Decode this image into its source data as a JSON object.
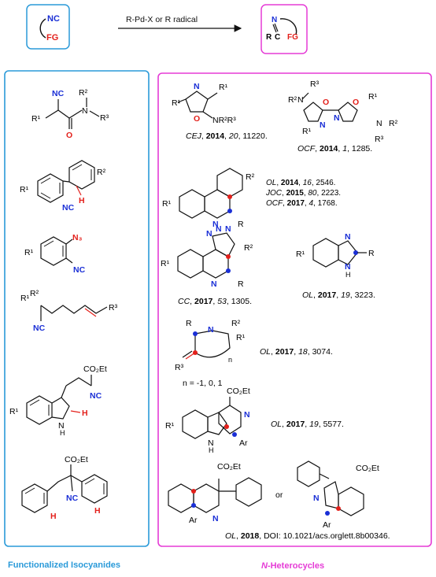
{
  "header": {
    "reactant_top": "NC",
    "reactant_bottom": "FG",
    "arrow_label": "R-Pd-X  or R radical",
    "product_n": "N",
    "product_r": "R",
    "product_c": "C",
    "product_fg": "FG"
  },
  "left_panel": {
    "caption": "Functionalized Isocyanides",
    "s1": {
      "nc": "NC",
      "r1": "R¹",
      "r2": "R²",
      "n": "N",
      "r3": "R³",
      "o": "O"
    },
    "s2": {
      "r1": "R¹",
      "r2": "R²",
      "nc": "NC",
      "h": "H"
    },
    "s3": {
      "r1": "R¹",
      "n3": "N₃",
      "nc": "NC"
    },
    "s4": {
      "r1": "R¹",
      "r2": "R²",
      "nc": "NC",
      "r3": "R³"
    },
    "s5": {
      "r1": "R¹",
      "ester": "CO₂Et",
      "nc": "NC",
      "nh": "N",
      "h_sub": "H",
      "h": "H"
    },
    "s6": {
      "ester": "CO₂Et",
      "nc": "NC",
      "h1": "H",
      "h2": "H"
    }
  },
  "right_panel": {
    "caption_italic": "N",
    "caption_rest": "-Heterocycles",
    "p1": {
      "r1": "R¹",
      "n": "N",
      "o": "O",
      "nrr": "NR²R³",
      "ref_j": "CEJ",
      "ref_y": "2014",
      "ref_v": "20",
      "ref_p": "11220."
    },
    "p2": {
      "r3a": "R³",
      "r2n": "R²",
      "n1": "N",
      "o1": "O",
      "n2": "N",
      "n3": "N",
      "o2": "O",
      "r1a": "R¹",
      "r1b": "R¹",
      "n4": "N",
      "r2b": "R²",
      "r3b": "R³",
      "ref_j": "OCF",
      "ref_y": "2014",
      "ref_v": "1",
      "ref_p": "1285."
    },
    "p3": {
      "r1": "R¹",
      "r2": "R²",
      "n": "N",
      "r": "R",
      "refs": [
        {
          "j": "OL",
          "y": "2014",
          "v": "16",
          "p": "2546."
        },
        {
          "j": "JOC",
          "y": "2015",
          "v": "80",
          "p": "2223."
        },
        {
          "j": "OCF",
          "y": "2017",
          "v": "4",
          "p": "1768."
        }
      ]
    },
    "p4": {
      "r1": "R¹",
      "n1": "N",
      "n2": "N",
      "n3": "N",
      "r2": "R²",
      "n4": "N",
      "r": "R",
      "ref_j": "CC",
      "ref_y": "2017",
      "ref_v": "53",
      "ref_p": "1305."
    },
    "p5": {
      "r1": "R¹",
      "n": "N",
      "nh": "N",
      "h": "H",
      "r": "R",
      "ref_j": "OL",
      "ref_y": "2017",
      "ref_v": "19",
      "ref_p": "3223."
    },
    "p6": {
      "r": "R",
      "n": "N",
      "r2": "R²",
      "r1": "R¹",
      "r3": "R³",
      "sub_n": "n",
      "range": "n = -1, 0, 1",
      "ref_j": "OL",
      "ref_y": "2017",
      "ref_v": "18",
      "ref_p": "3074."
    },
    "p7": {
      "ester": "CO₂Et",
      "r1": "R¹",
      "n": "N",
      "nh": "N",
      "h": "H",
      "ar": "Ar",
      "ref_j": "OL",
      "ref_y": "2017",
      "ref_v": "19",
      "ref_p": "5577."
    },
    "p8": {
      "ester1": "CO₂Et",
      "n1": "N",
      "ar1": "Ar",
      "or": "or",
      "ester2": "CO₂Et",
      "n2": "N",
      "ar2": "Ar",
      "ref_j": "OL",
      "ref_y": "2018",
      "ref_doi": "DOI: 10.1021/acs.orglett.8b00346."
    }
  },
  "colors": {
    "left_frame": "#2a9ad9",
    "right_frame": "#e53bd6",
    "nitrogen": "#1a2fd6",
    "oxygen": "#e3201b",
    "hydrogen": "#e3201b",
    "dot": "#e3201b",
    "bond": "#111111"
  }
}
